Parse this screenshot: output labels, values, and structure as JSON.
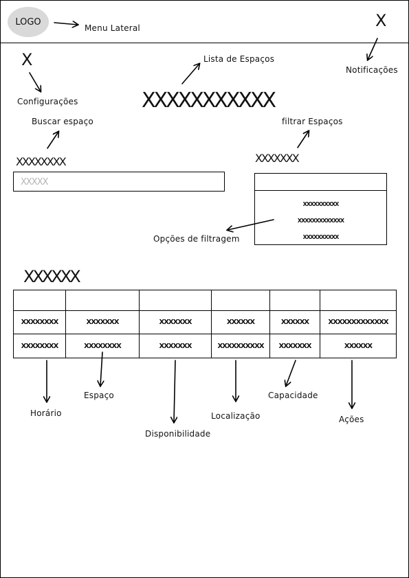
{
  "header": {
    "logo": "LOGO",
    "menu_label": "Menu Lateral",
    "notifications_icon_glyph": "X",
    "notifications_label": "Notificações"
  },
  "settings": {
    "icon_glyph": "X",
    "label": "Configurações"
  },
  "list_title": {
    "glyph": "XXXXXXXXXXX",
    "label": "Lista de Espaços"
  },
  "search": {
    "title_glyph": "XXXXXXXX",
    "label": "Buscar espaço",
    "placeholder": "XXXXX"
  },
  "filter": {
    "title_glyph": "XXXXXXX",
    "label": "filtrar Espaços",
    "options": [
      "XXXXXXXXXX",
      "XXXXXXXXXXXXX",
      "XXXXXXXXXX"
    ],
    "options_label": "Opções de filtragem"
  },
  "table": {
    "title_glyph": "XXXXXX",
    "rows": [
      [
        "XXXXXXXX",
        "XXXXXXX",
        "XXXXXXX",
        "XXXXXX",
        "XXXXXX",
        "XXXXXXXXXXXXX"
      ],
      [
        "XXXXXXXX",
        "XXXXXXXX",
        "XXXXXXX",
        "XXXXXXXXXX",
        "XXXXXXX",
        "XXXXXX"
      ]
    ],
    "column_labels": [
      "Horário",
      "Espaço",
      "Disponibilidade",
      "Localização",
      "Capacidade",
      "Ações"
    ]
  }
}
